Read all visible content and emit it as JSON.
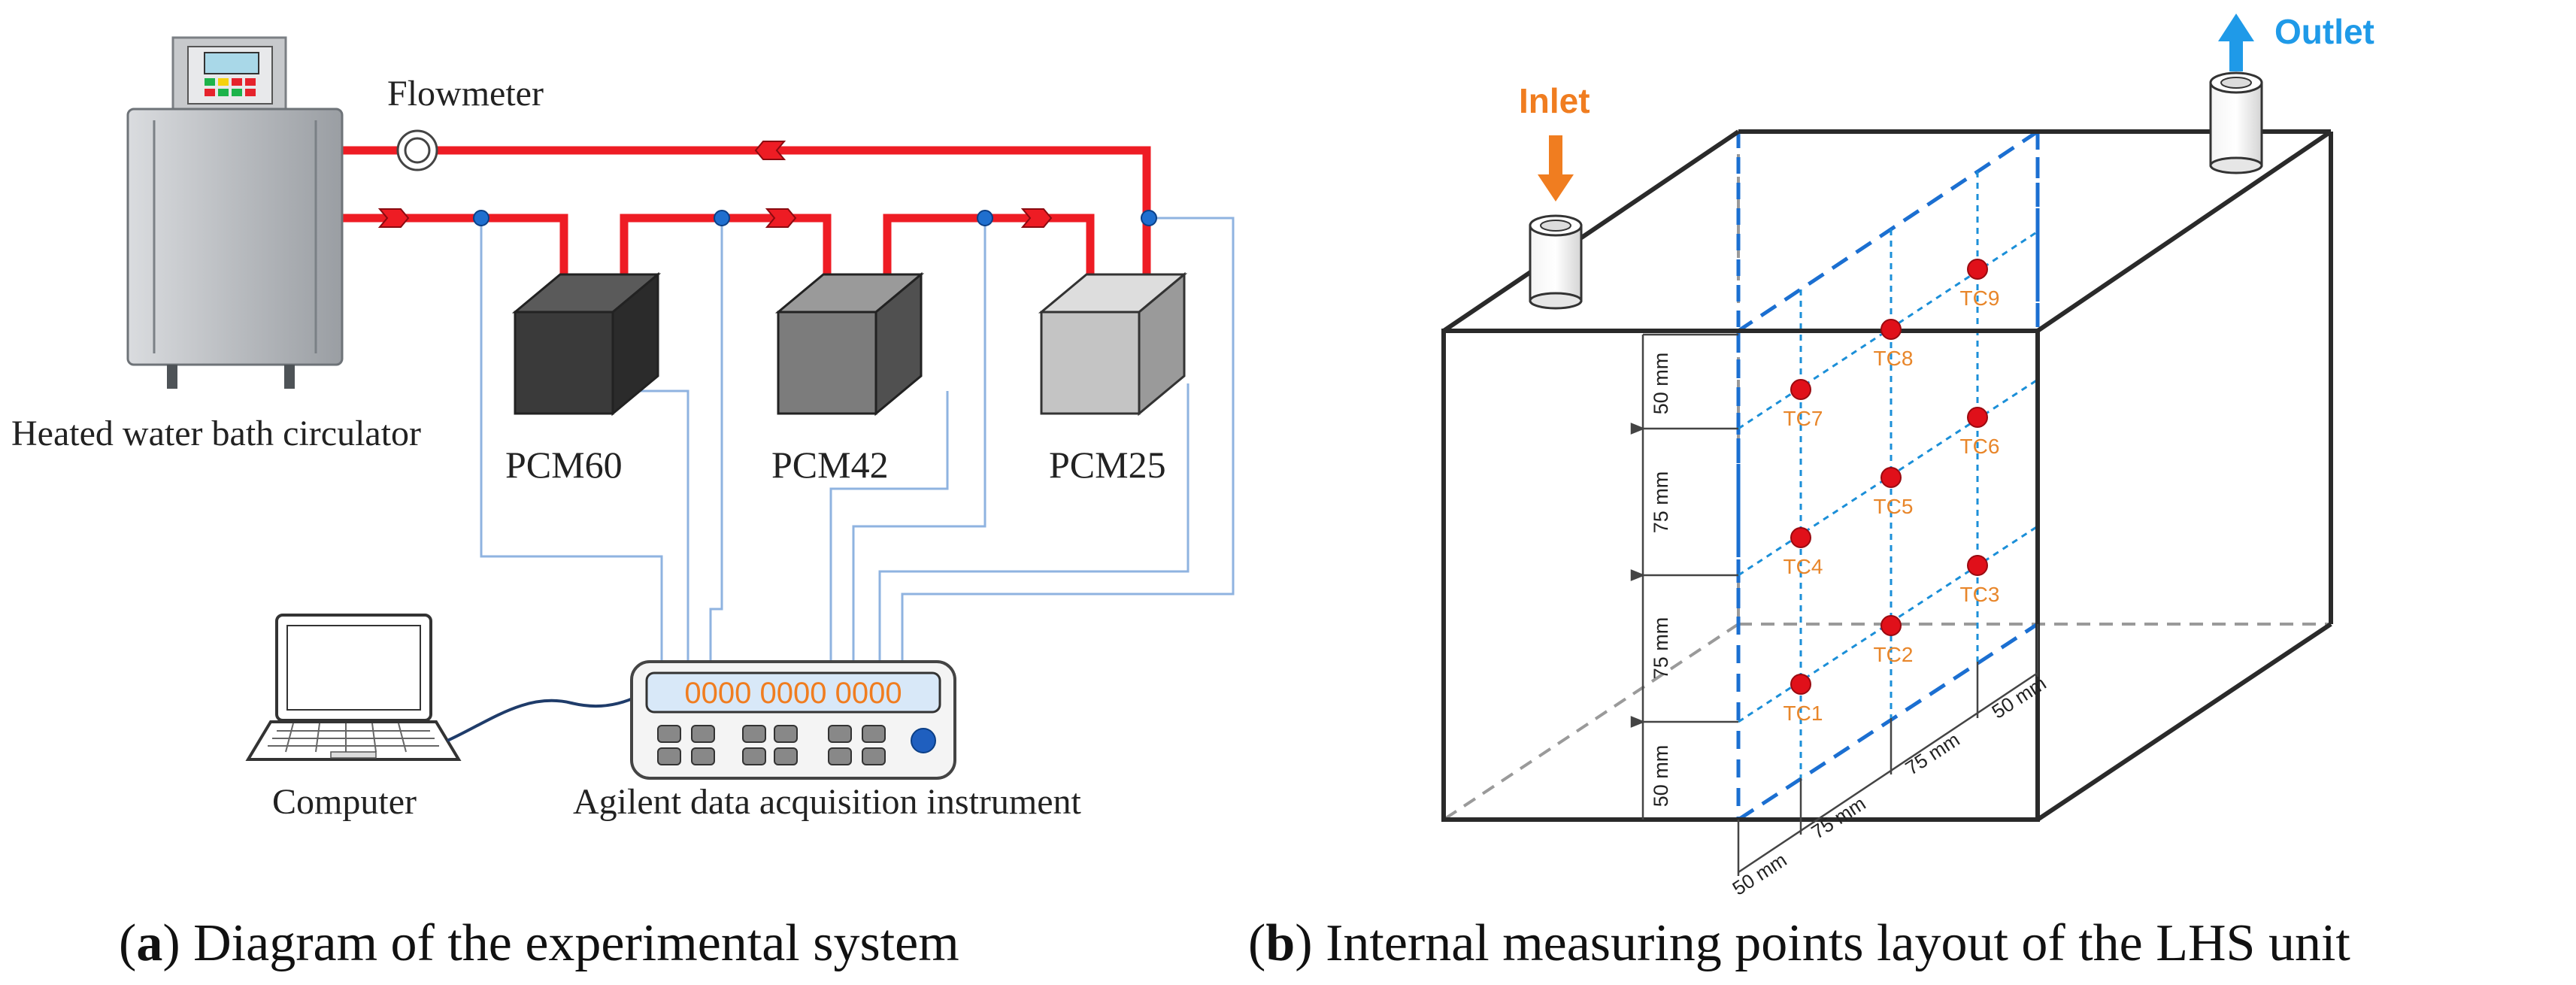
{
  "panel_a": {
    "flowmeter_label": "Flowmeter",
    "bath_label": "Heated water bath circulator",
    "units": [
      "PCM60",
      "PCM42",
      "PCM25"
    ],
    "computer_label": "Computer",
    "daq_label": "Agilent data acquisition instrument",
    "daq_display": "0000 0000 0000",
    "caption_letter": "a",
    "caption_text": " Diagram of the experimental system"
  },
  "panel_b": {
    "inlet_label": "Inlet",
    "outlet_label": "Outlet",
    "thermocouples": [
      "TC1",
      "TC2",
      "TC3",
      "TC4",
      "TC5",
      "TC6",
      "TC7",
      "TC8",
      "TC9"
    ],
    "vertical_dims": [
      "50 mm",
      "75 mm",
      "75 mm",
      "50 mm"
    ],
    "bottom_dims": [
      "50 mm",
      "75 mm",
      "75 mm",
      "50 mm"
    ],
    "caption_letter": "b",
    "caption_text": " Internal measuring points layout of the LHS unit"
  },
  "colors": {
    "pipe": "#ee1c24",
    "signal_wire": "#8fb3e0",
    "accent_orange": "#f07d20",
    "outlet_blue": "#1f9ae8",
    "grid_blue": "#1b6fd1",
    "tc_red": "#e0101a",
    "tc_label": "#e8862a",
    "display_digits": "#f07d20"
  }
}
